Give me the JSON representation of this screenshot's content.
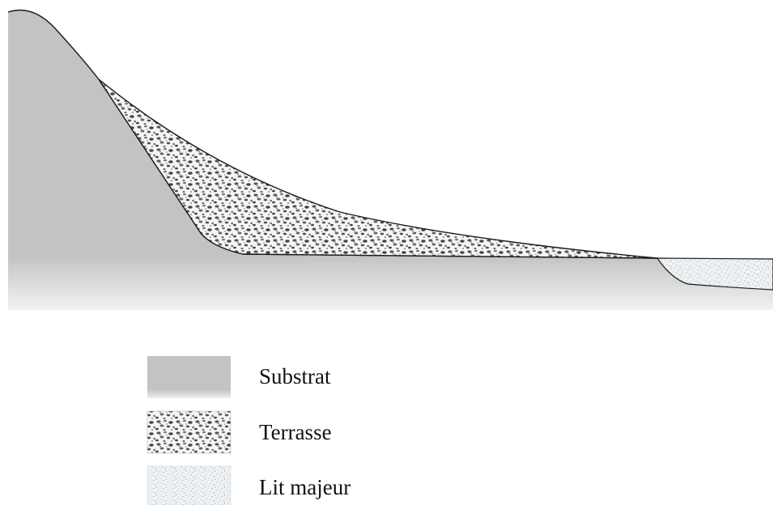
{
  "colors": {
    "substrat": "#c3c3c3",
    "outline": "#1a1a1a",
    "terrasse_bg": "#f4f4f4",
    "pebble": "#4a4a4a",
    "lit_majeur_bg": "#eef2f5",
    "lit_majeur_dot": "#7a8793"
  },
  "legend": {
    "items": [
      {
        "key": "substrat",
        "label": "Substrat"
      },
      {
        "key": "terrasse",
        "label": "Terrasse"
      },
      {
        "key": "lit_majeur",
        "label": "Lit majeur"
      }
    ]
  }
}
